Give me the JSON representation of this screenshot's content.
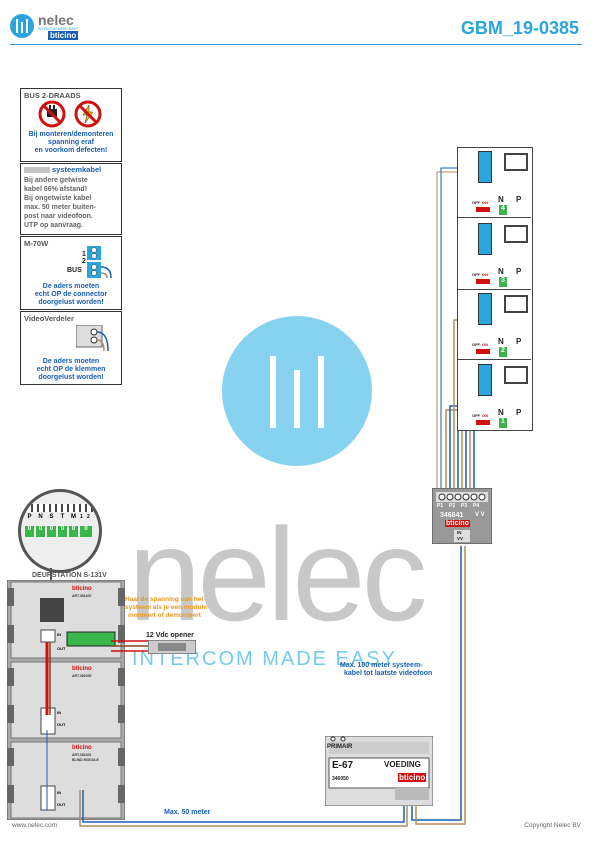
{
  "header": {
    "brand": "nelec",
    "brand_tagline": "INTERCOM MADE EASY",
    "partner": "bticino",
    "doc_code": "GBM_19-0385"
  },
  "panels": {
    "bus": {
      "title": "BUS 2-DRAADS",
      "line1": "Bij monteren/demonteren",
      "line2": "spanning eraf",
      "line3": "en voorkom defecten!"
    },
    "cable": {
      "title": "systeemkabel",
      "lines": [
        "Bij andere getwiste",
        "kabel 66% afstand!",
        "Bij ongetwiste kabel",
        "max. 50 meter buiten-",
        "post naar videofoon.",
        "UTP op aanvraag."
      ]
    },
    "m70w": {
      "title": "M-70W",
      "t1": "1",
      "t2": "2",
      "t3": "BUS",
      "line1": "De aders moeten",
      "line2": "echt OP de connector",
      "line3": "doorgelust worden!"
    },
    "verdeler": {
      "title": "VideoVerdeler",
      "line1": "De aders moeten",
      "line2": "echt OP de klemmen",
      "line3": "doorgelust worden!"
    }
  },
  "door_station": {
    "title": "DEURSTATION S-131V",
    "dip_labels": [
      "P",
      "N",
      "S",
      "T",
      "M"
    ],
    "dip_values": [
      "0",
      "0",
      "0",
      "0",
      "0",
      "0"
    ],
    "dip_side": [
      "1",
      "2"
    ],
    "module1": "ART.351100",
    "module2": "ART.352000",
    "module3": "ART.352401",
    "module3b": "BLIND MODULE",
    "in_label": "IN",
    "out_label": "OUT",
    "warning": [
      "Haal de spanning van het",
      "systeem als je een module",
      "monteert of demonteert"
    ],
    "bticino": "bticino"
  },
  "opener": {
    "label": "12 Vdc opener"
  },
  "distributor": {
    "ports": [
      "P1",
      "P2",
      "P3",
      "P4"
    ],
    "model": "346841",
    "vv": "V V",
    "brand": "bticino",
    "in": "IN",
    "sub": "VV"
  },
  "monitors": [
    {
      "n": "N",
      "p": "P",
      "off": "OFF",
      "on": "ON",
      "num": "4"
    },
    {
      "n": "N",
      "p": "P",
      "off": "OFF",
      "on": "ON",
      "num": "3"
    },
    {
      "n": "N",
      "p": "P",
      "off": "OFF",
      "on": "ON",
      "num": "2"
    },
    {
      "n": "N",
      "p": "P",
      "off": "OFF",
      "on": "ON",
      "num": "1"
    }
  ],
  "psu": {
    "primair": "PRIMAIR",
    "model": "E-67",
    "title": "VOEDING",
    "code": "346050",
    "brand": "bticino"
  },
  "annotations": {
    "max100_1": "Max. 100 meter systeem-",
    "max100_2": "kabel tot laatste videofoon",
    "max50": "Max. 50 meter"
  },
  "footer": {
    "left": "www.nelec.com",
    "right": "Copyright Nelec BV"
  },
  "colors": {
    "blue": "#1a5fb4",
    "accent": "#2aa6dc",
    "orange": "#e8961e",
    "green": "#3ab54a",
    "red": "#d01010"
  }
}
